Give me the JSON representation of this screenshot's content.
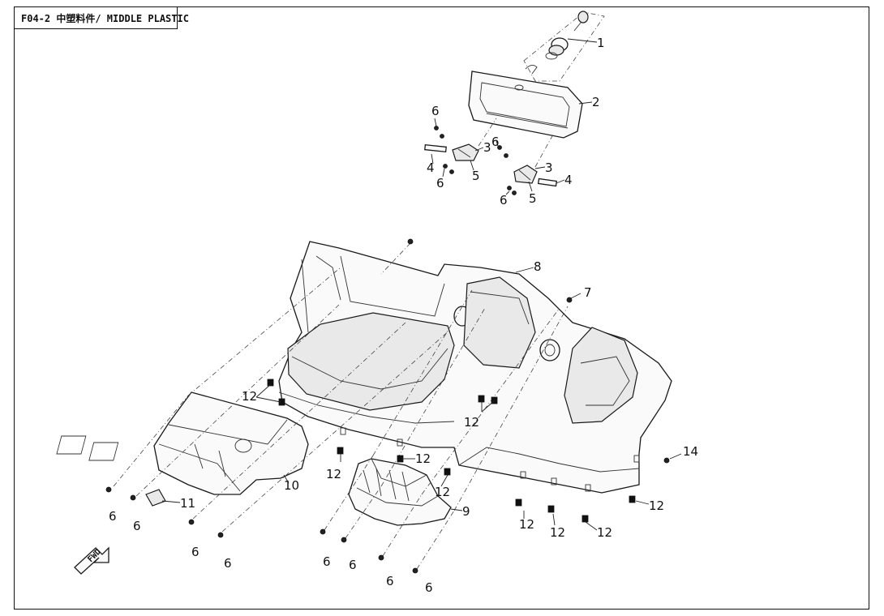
{
  "title": "F04-2 中塑料件/ MIDDLE PLASTIC",
  "fwd_label": "FWD",
  "callouts": {
    "c1": "1",
    "c2": "2",
    "c3a": "3",
    "c3b": "3",
    "c4a": "4",
    "c4b": "4",
    "c5a": "5",
    "c5b": "5",
    "c6a": "6",
    "c6b": "6",
    "c6c": "6",
    "c6d": "6",
    "c6e": "6",
    "c6f": "6",
    "c6g": "6",
    "c6h": "6",
    "c6i": "6",
    "c6j": "6",
    "c6k": "6",
    "c6l": "6",
    "c7": "7",
    "c8": "8",
    "c9": "9",
    "c10": "10",
    "c11": "11",
    "c12a": "12",
    "c12b": "12",
    "c12c": "12",
    "c12d": "12",
    "c12e": "12",
    "c12f": "12",
    "c12g": "12",
    "c12h": "12",
    "c12i": "12",
    "c14": "14"
  }
}
